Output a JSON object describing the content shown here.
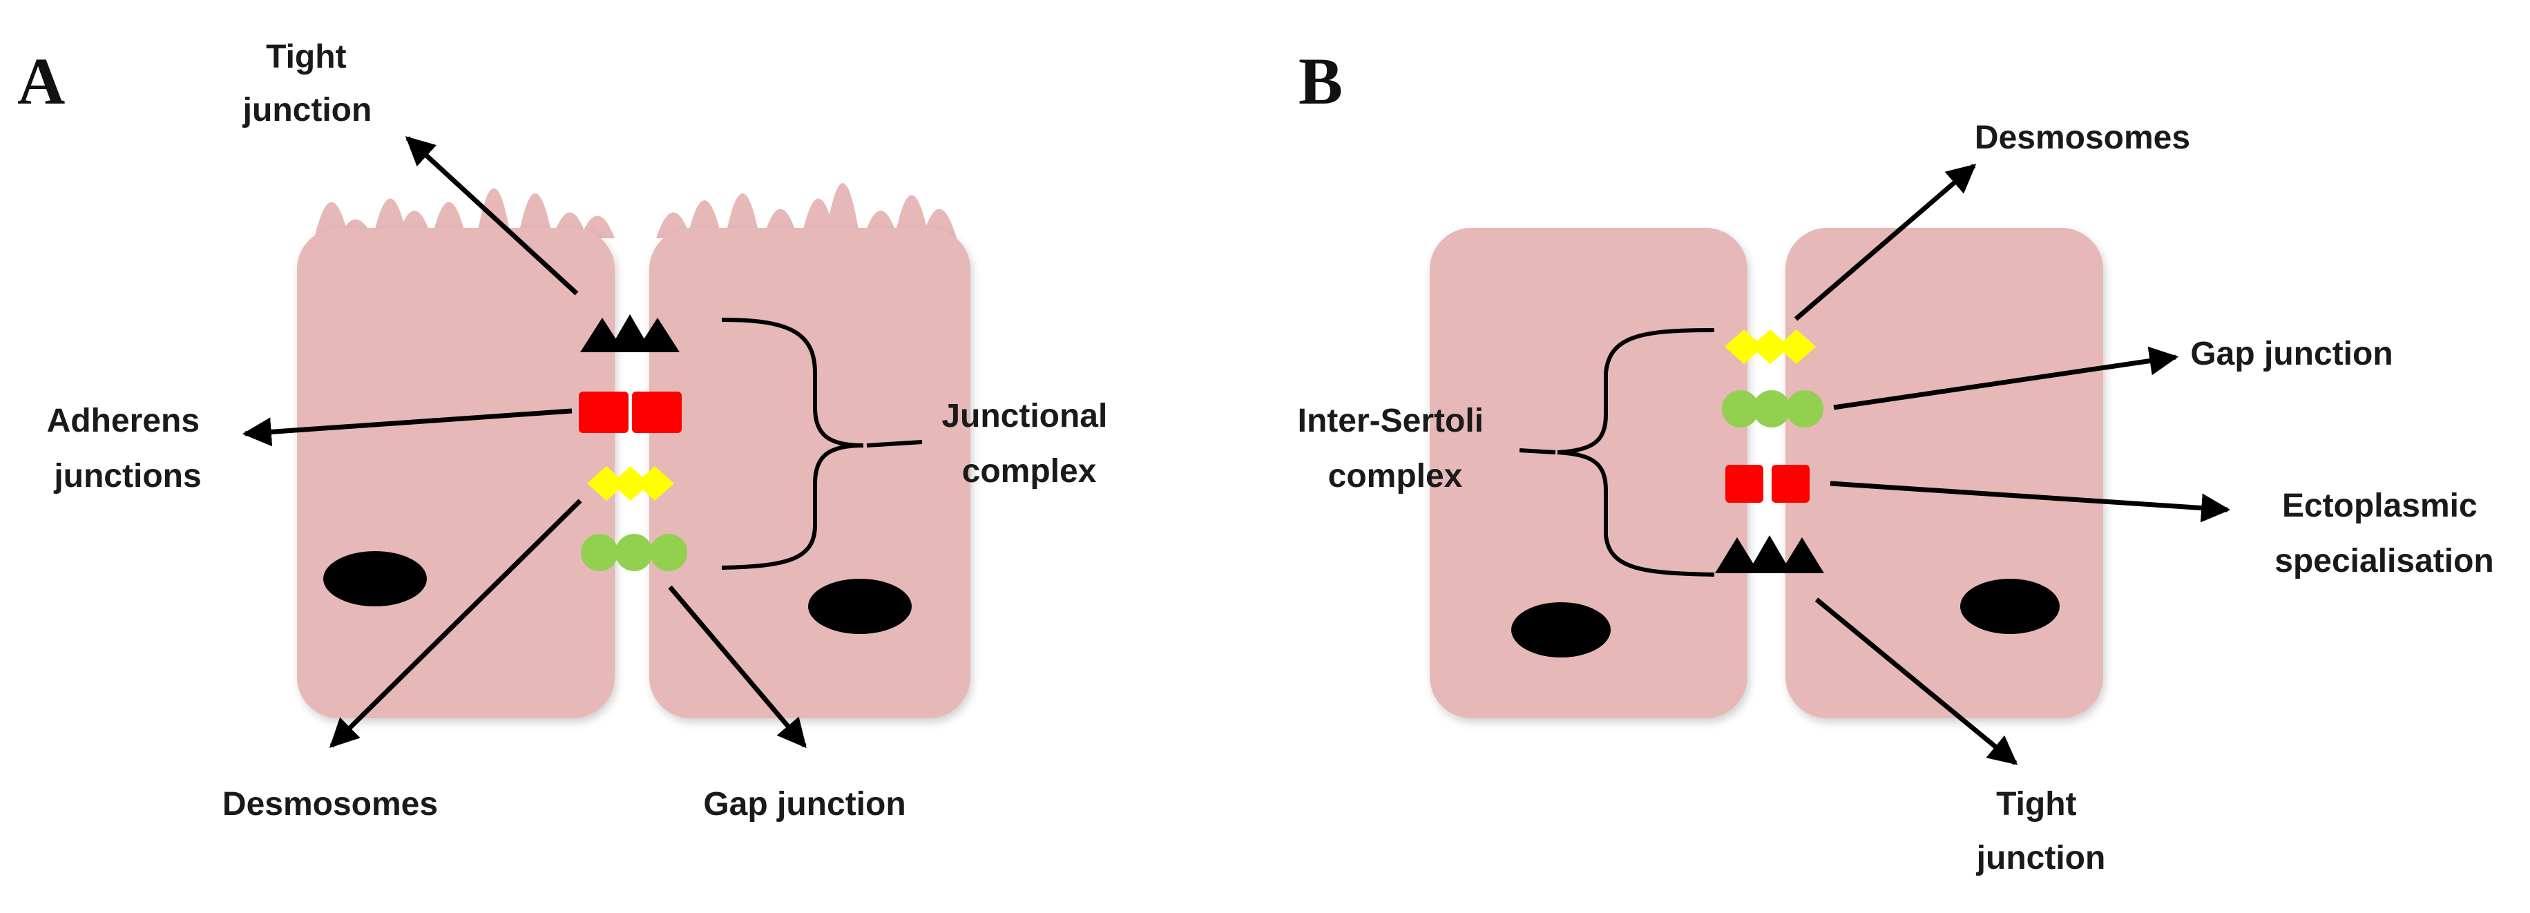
{
  "colors": {
    "cell": "#e6b8b8",
    "tight_junction": "#000000",
    "adherens": "#ff0000",
    "desmosome": "#ffff00",
    "gap_junction": "#92d050",
    "nucleus": "#000000"
  },
  "panel_a": {
    "letter": "A",
    "tight_junction": [
      "Tight",
      "junction"
    ],
    "adherens": [
      "Adherens",
      "junctions"
    ],
    "junctional_complex": [
      "Junctional",
      "complex"
    ],
    "desmosomes": "Desmosomes",
    "gap_junction": "Gap junction"
  },
  "panel_b": {
    "letter": "B",
    "desmosomes": "Desmosomes",
    "gap_junction": "Gap junction",
    "inter_sertoli": [
      "Inter-Sertoli",
      "complex"
    ],
    "ectoplasmic": [
      "Ectoplasmic",
      "specialisation"
    ],
    "tight_junction": [
      "Tight",
      "junction"
    ]
  }
}
